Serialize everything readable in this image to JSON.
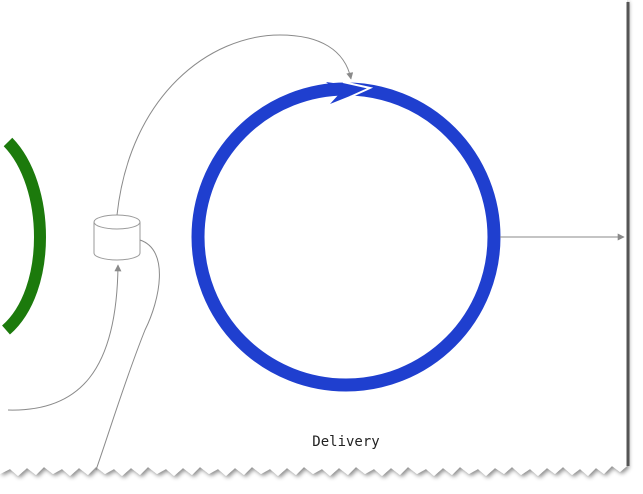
{
  "diagram": {
    "cycles": [
      {
        "id": "left-cycle",
        "color": "#1c7a0c",
        "label": ""
      },
      {
        "id": "delivery-cycle",
        "color": "#1f3fcf",
        "label": "Delivery"
      }
    ],
    "connector_color": "#8a8a8a",
    "datastore": {
      "label": ""
    },
    "paper_edge": "torn-bottom-right"
  }
}
